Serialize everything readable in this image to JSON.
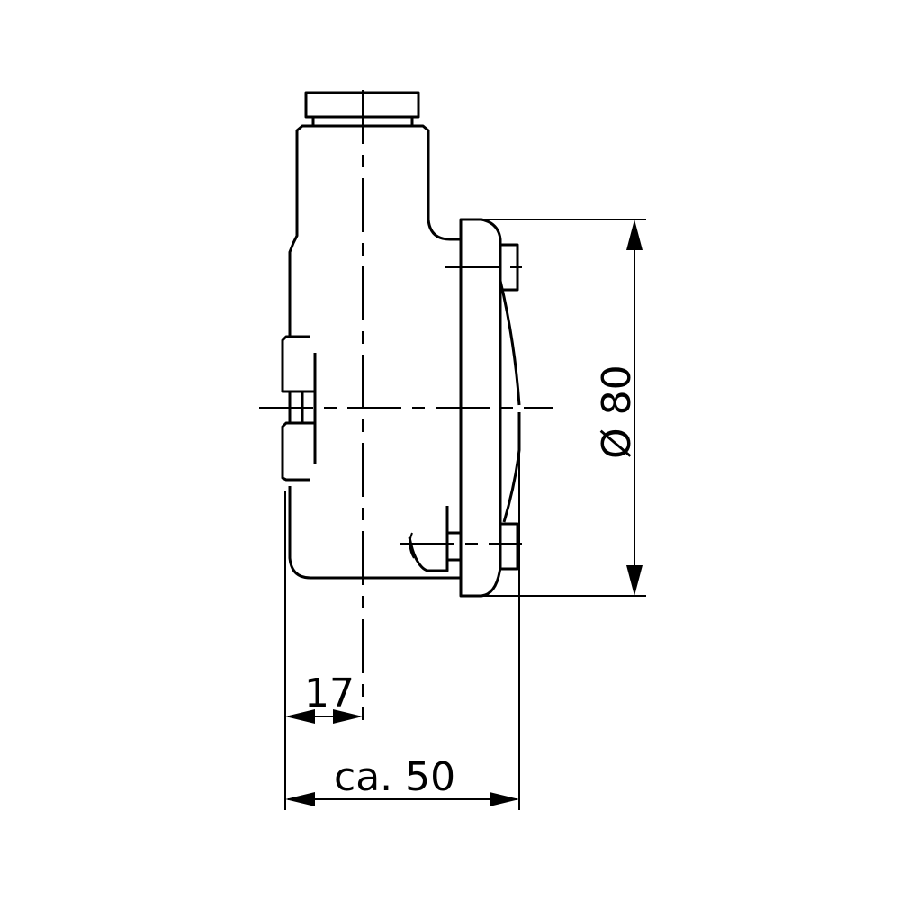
{
  "drawing": {
    "title": "Side view technical drawing",
    "background": "#ffffff",
    "line_color": "#000000"
  },
  "dimensions": {
    "diameter": {
      "symbol": "Ø",
      "value": "80",
      "label": "Ø 80",
      "orientation": "vertical"
    },
    "offset": {
      "value": "17",
      "label": "17",
      "orientation": "horizontal"
    },
    "overall_depth": {
      "value": "ca. 50",
      "label": "ca. 50",
      "orientation": "horizontal"
    }
  }
}
